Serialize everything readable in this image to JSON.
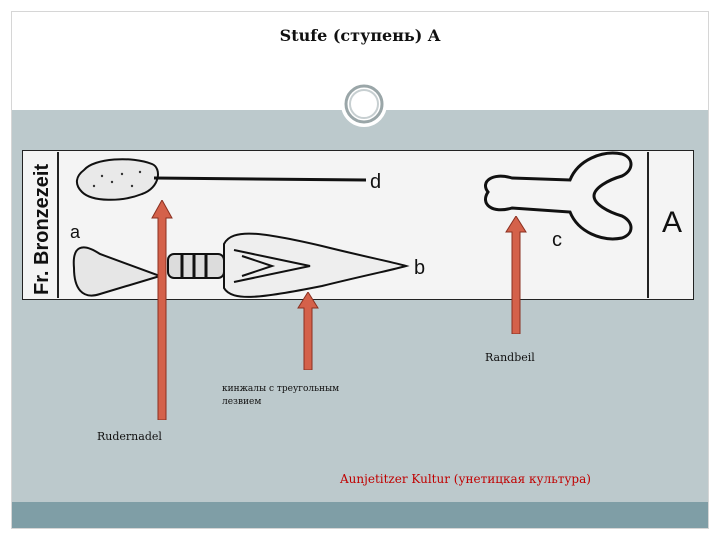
{
  "slide": {
    "title": "Stufe (ступень) A"
  },
  "figure": {
    "side_label": "Fr. Bronzezeit",
    "letter_a": "a",
    "letter_b": "b",
    "letter_c": "c",
    "letter_d": "d",
    "stage_letter": "A"
  },
  "labels": {
    "randbeil": "Randbeil",
    "dagger_line1": "кинжалы с треугольным",
    "dagger_line2": "лезвием",
    "rudernadel": "Rudernadel",
    "culture": "Aunjetitzer Kultur (унетицкая культура)"
  },
  "colors": {
    "content_bg": "#bcc9cc",
    "bottom_bar": "#7f9ea6",
    "arrow_fill": "#d4614a",
    "arrow_stroke": "#8a3020",
    "culture_text": "#c00000"
  }
}
